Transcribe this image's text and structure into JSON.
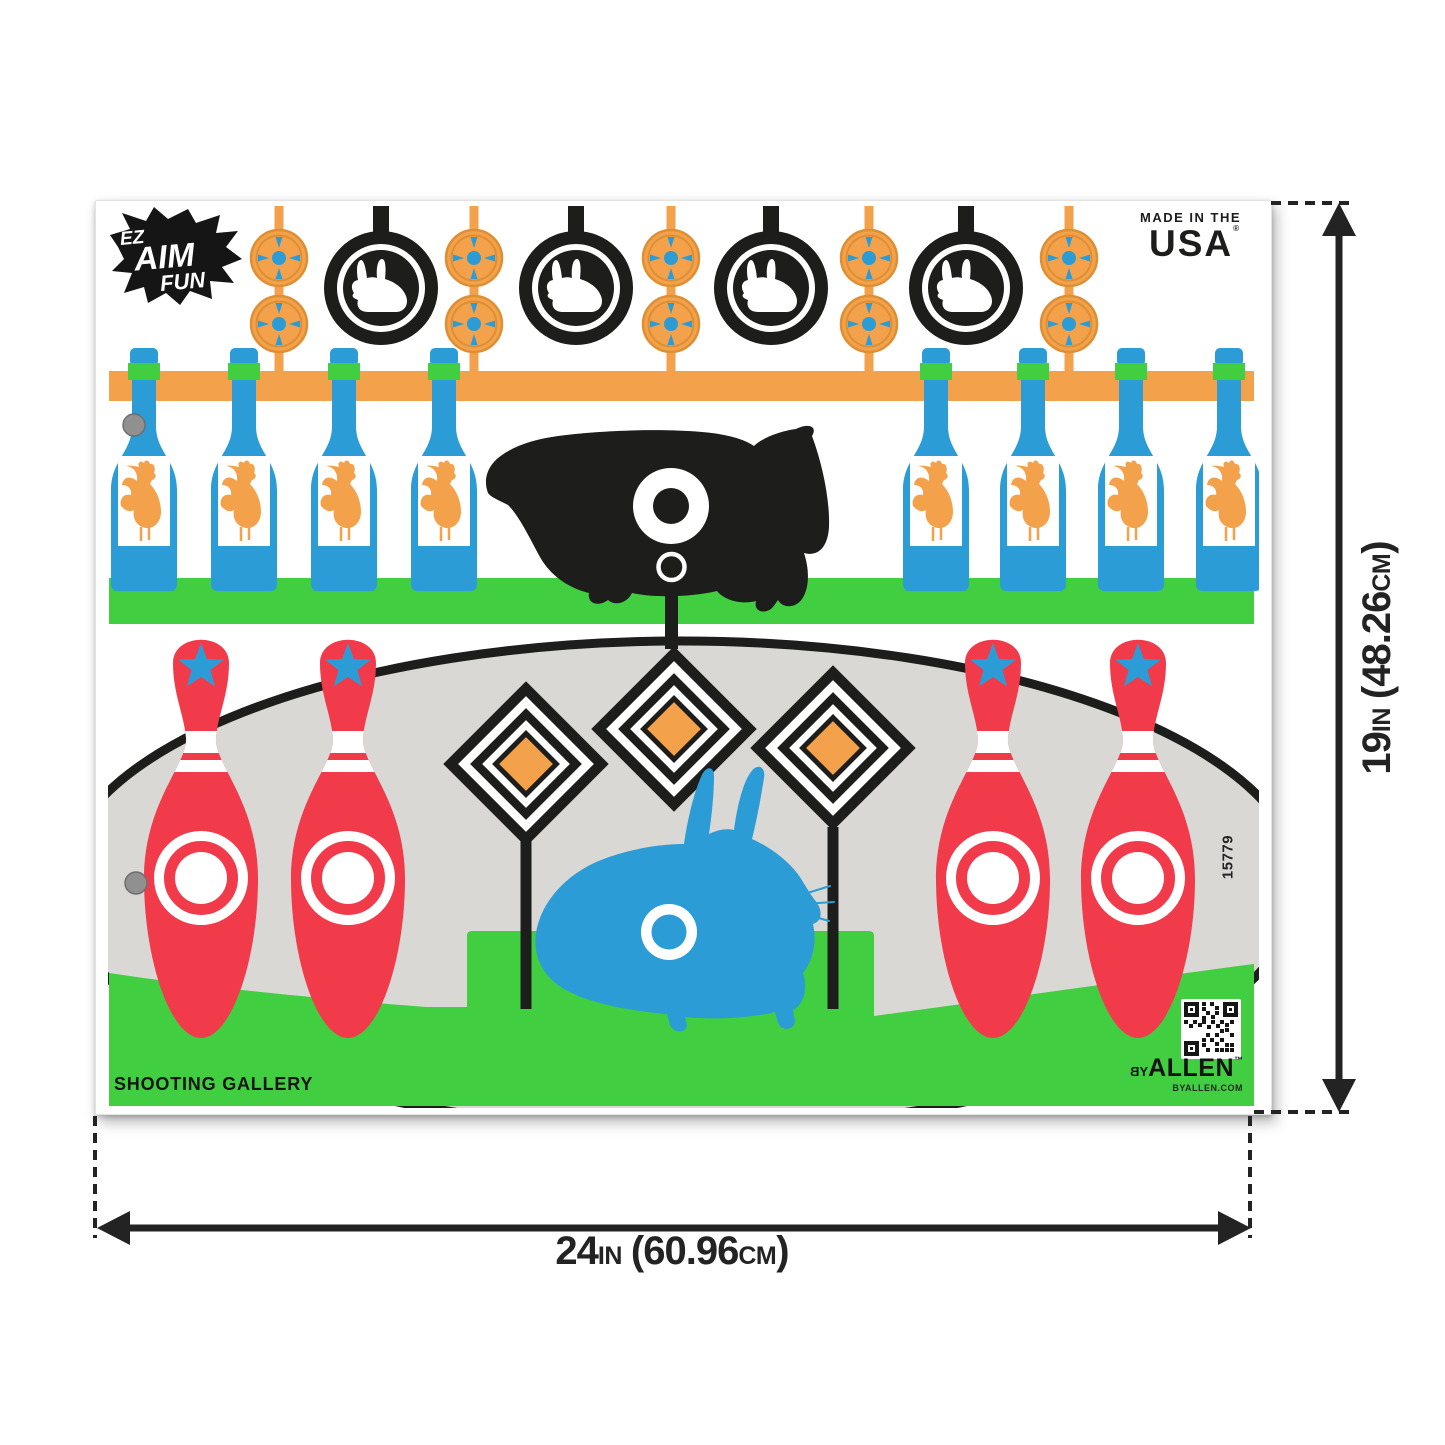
{
  "poster": {
    "brand": {
      "ez": "EZ",
      "aim": "AIM",
      "fun": "FUN"
    },
    "made_in": {
      "line1": "MADE IN THE",
      "line2": "USA",
      "mark": "®"
    },
    "title": "SHOOTING GALLERY",
    "item_number": "15779",
    "publisher": {
      "by_b": "B",
      "by_y": "Y",
      "name": "ALLEN",
      "tm": "™",
      "website": "BYALLEN.COM"
    }
  },
  "dimensions": {
    "height": {
      "value": "19",
      "unit": "IN",
      "metric_value": "(48.26",
      "metric_unit": "CM",
      "suffix": ")"
    },
    "width": {
      "value": "24",
      "unit": "IN",
      "metric_value": "(60.96",
      "metric_unit": "CM",
      "suffix": ")"
    }
  },
  "colors": {
    "orange": "#F3A24B",
    "orange_dark": "#DE8F33",
    "blue": "#2B9CD6",
    "green": "#41CE41",
    "red": "#F13B4B",
    "ink_black": "#1D1D1B",
    "arch_gray": "#D9D8D4",
    "grommet_gray": "#909090"
  },
  "icons": {
    "rabbit_silhouette": "🐇",
    "rooster": "🐓",
    "bottle": "🍾",
    "bowling_pin": "🎳",
    "star": "★",
    "diamond_target": "◈",
    "bullseye_target": "◎",
    "groundhog": "🐾",
    "qr_code": "▦"
  }
}
